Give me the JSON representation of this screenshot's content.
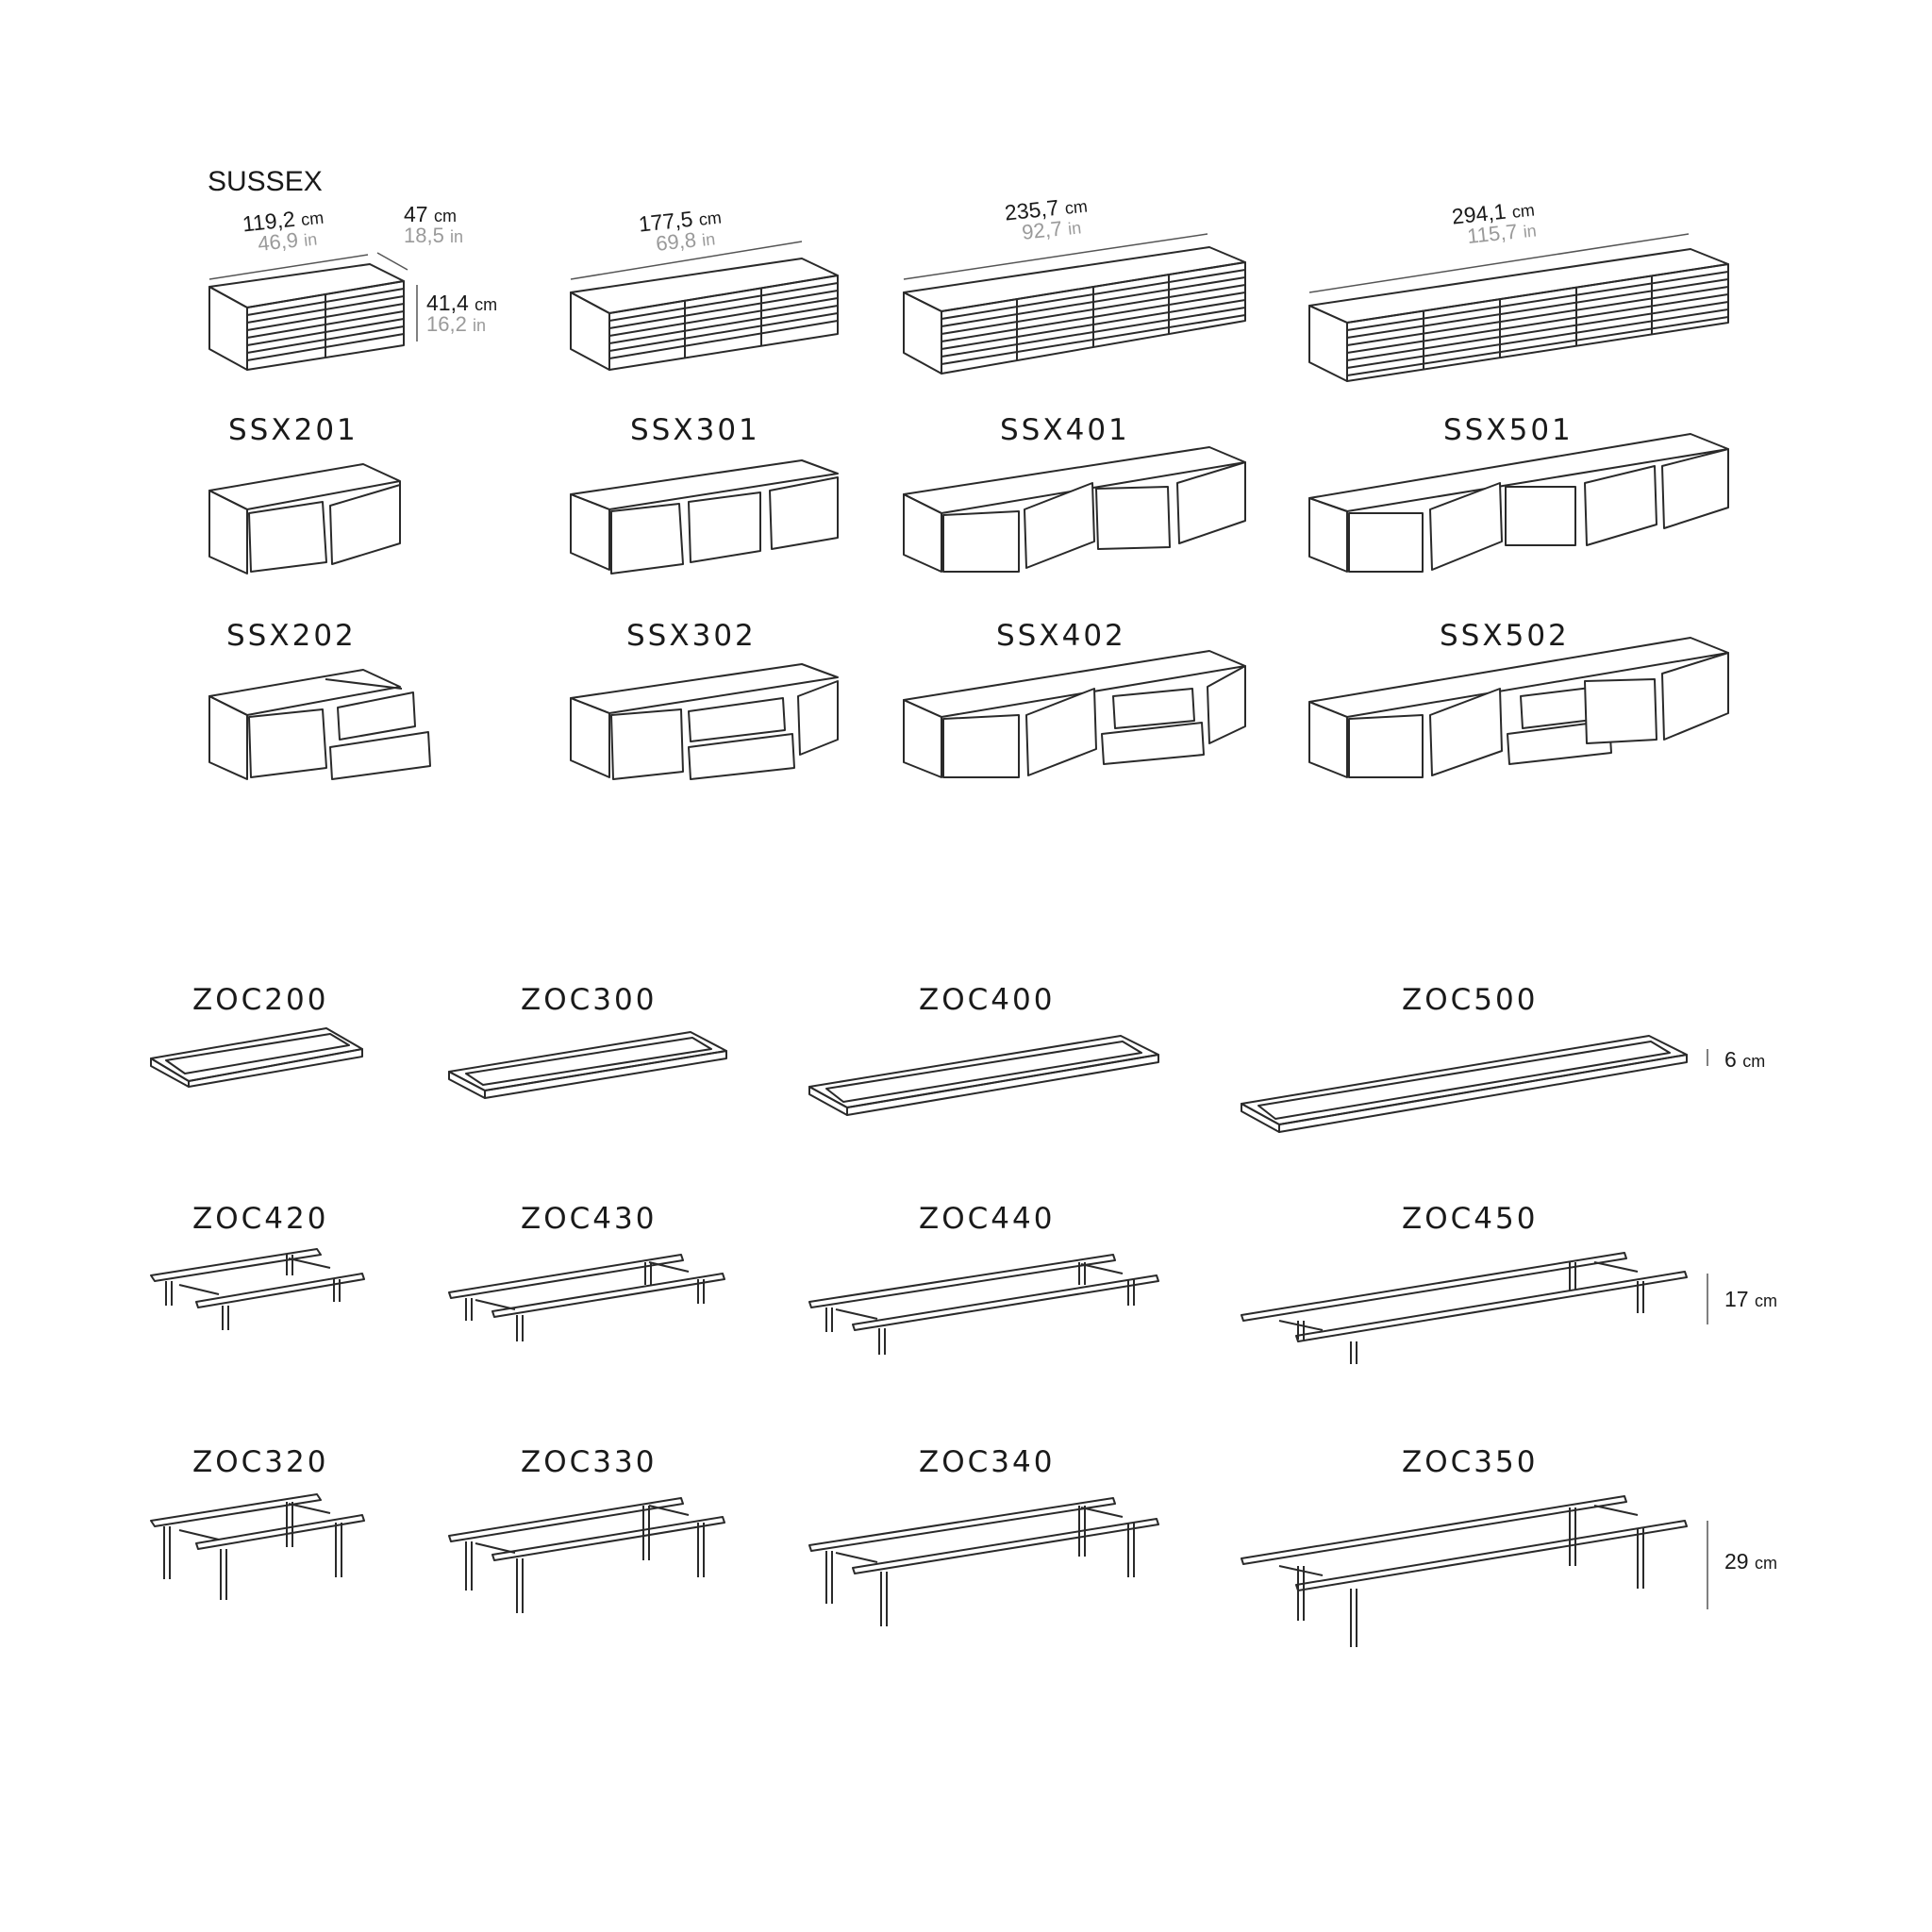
{
  "product_title": "SUSSEX",
  "sussex_dimensions": [
    {
      "cm": "119,2",
      "in": "46,9"
    },
    {
      "cm": "177,5",
      "in": "69,8"
    },
    {
      "cm": "235,7",
      "in": "92,7"
    },
    {
      "cm": "294,1",
      "in": "115,7"
    }
  ],
  "depth": {
    "cm": "47",
    "in": "18,5"
  },
  "height": {
    "cm": "41,4",
    "in": "16,2"
  },
  "units": {
    "cm": "cm",
    "in": "in"
  },
  "sideboards_row1": [
    "SSX201",
    "SSX301",
    "SSX401",
    "SSX501"
  ],
  "sideboards_row2": [
    "SSX202",
    "SSX302",
    "SSX402",
    "SSX502"
  ],
  "plinths": [
    "ZOC200",
    "ZOC300",
    "ZOC400",
    "ZOC500"
  ],
  "legs_mid": [
    "ZOC420",
    "ZOC430",
    "ZOC440",
    "ZOC450"
  ],
  "legs_tall": [
    "ZOC320",
    "ZOC330",
    "ZOC340",
    "ZOC350"
  ],
  "base_heights": {
    "plinth": "6",
    "mid": "17",
    "tall": "29"
  }
}
